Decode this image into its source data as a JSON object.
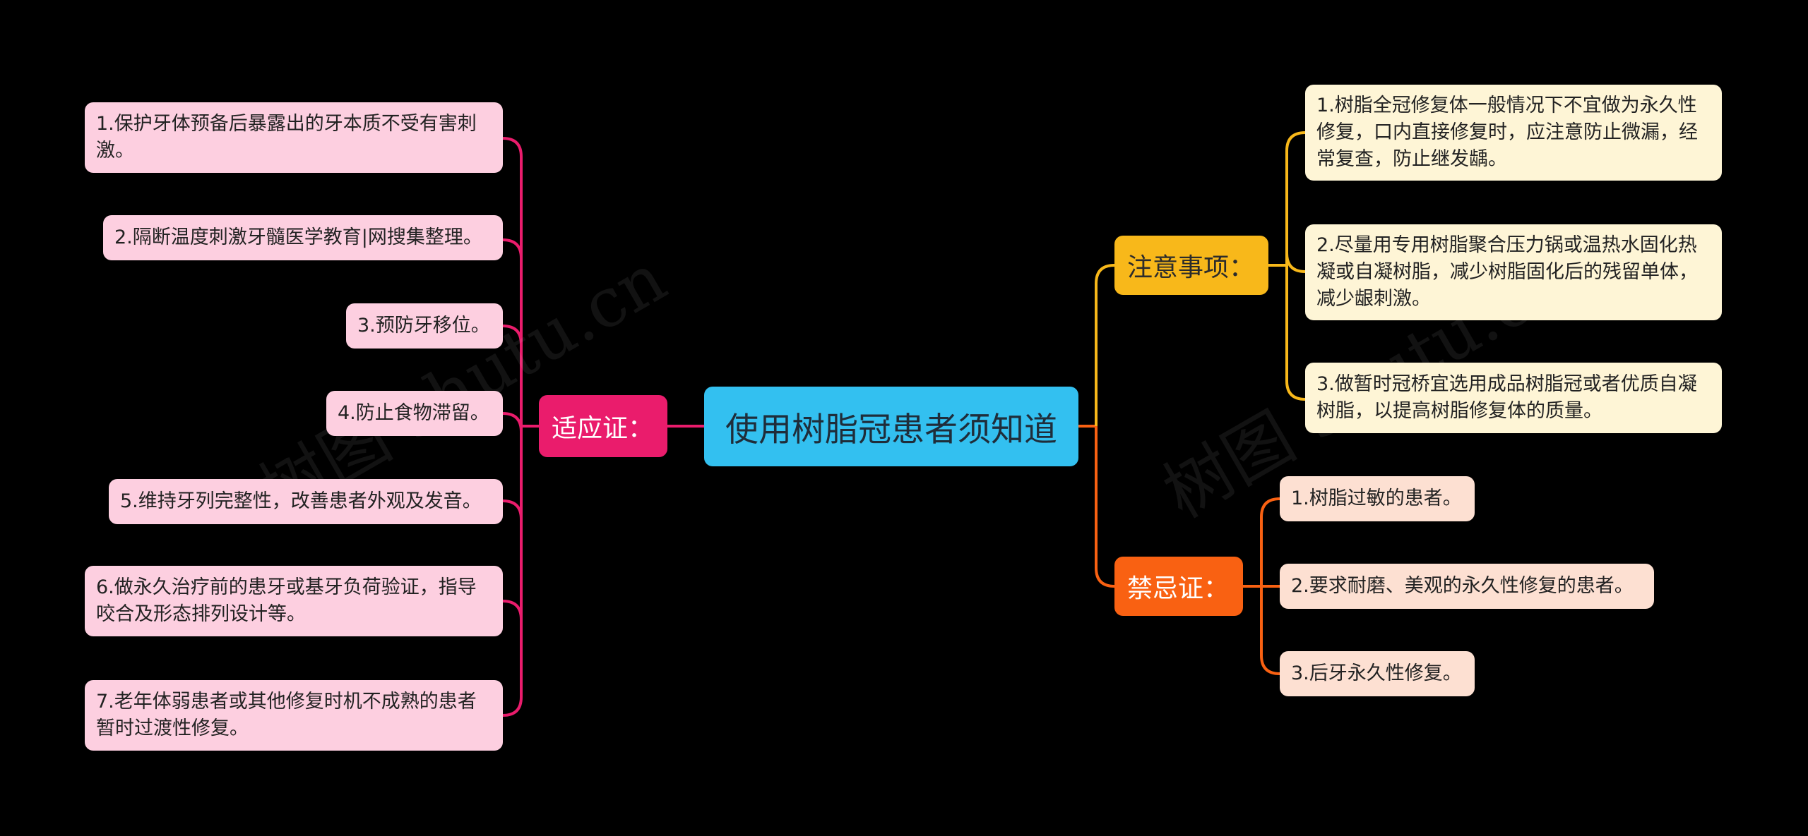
{
  "root": {
    "title": "使用树脂冠患者须知道"
  },
  "branches": {
    "indications": {
      "label": "适应证：",
      "color": "#ea1c6c",
      "items": [
        "1.保护牙体预备后暴露出的牙本质不受有害刺激。",
        "2.隔断温度刺激牙髓医学教育|网搜集整理。",
        "3.预防牙移位。",
        "4.防止食物滞留。",
        "5.维持牙列完整性，改善患者外观及发音。",
        "6.做永久治疗前的患牙或基牙负荷验证，指导咬合及形态排列设计等。",
        "7.老年体弱患者或其他修复时机不成熟的患者暂时过渡性修复。"
      ]
    },
    "precautions": {
      "label": "注意事项：",
      "color": "#f8b81a",
      "items": [
        "1.树脂全冠修复体一般情况下不宜做为永久性修复，口内直接修复时，应注意防止微漏，经常复查，防止继发龋。",
        "2.尽量用专用树脂聚合压力锅或温热水固化热凝或自凝树脂，减少树脂固化后的残留单体，减少龈刺激。",
        "3.做暂时冠桥宜选用成品树脂冠或者优质自凝树脂，以提高树脂修复体的质量。"
      ]
    },
    "contraindications": {
      "label": "禁忌证：",
      "color": "#f96112",
      "items": [
        "1.树脂过敏的患者。",
        "2.要求耐磨、美观的永久性修复的患者。",
        "3.后牙永久性修复。"
      ]
    }
  },
  "watermark": "树图 shutu.cn"
}
